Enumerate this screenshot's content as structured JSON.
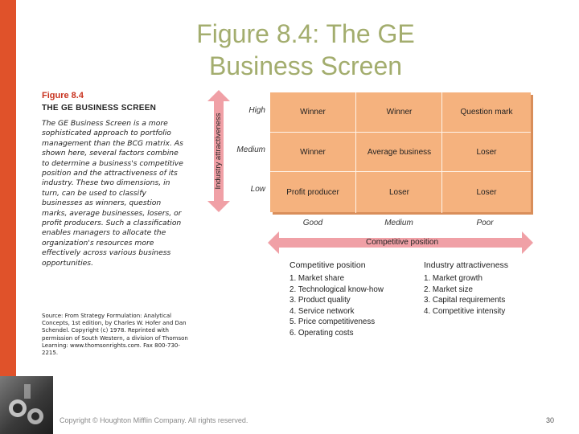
{
  "slide": {
    "title_line1": "Figure 8.4: The GE",
    "title_line2": "Business Screen",
    "footer": "Copyright © Houghton Mifflin Company. All rights reserved.",
    "page_number": "30"
  },
  "figure": {
    "label": "Figure 8.4",
    "name": "THE GE BUSINESS SCREEN",
    "caption": "The GE Business Screen is a more sophisticated approach to portfolio management than the BCG matrix. As shown here, several factors combine to determine a business's competitive position and the attractiveness of its industry. These two dimensions, in turn, can be used to classify businesses as winners, question marks, average businesses, losers, or profit producers. Such a classification enables managers to allocate the organization's resources more effectively across various business opportunities.",
    "source": "Source: From Strategy Formulation: Analytical Concepts, 1st edition, by Charles W. Hofer and Dan Schendel. Copyright (c) 1978. Reprinted with permission of South Western, a division of Thomson Learning: www.thomsonrights.com. Fax 800-730-2215.",
    "y_axis_label": "Industry attractiveness",
    "x_axis_label": "Competitive position",
    "rows": [
      "High",
      "Medium",
      "Low"
    ],
    "cols": [
      "Good",
      "Medium",
      "Poor"
    ],
    "cells": [
      [
        "Winner",
        "Winner",
        "Question mark"
      ],
      [
        "Winner",
        "Average business",
        "Loser"
      ],
      [
        "Profit producer",
        "Loser",
        "Loser"
      ]
    ],
    "competitive_heading": "Competitive position",
    "competitive_items": [
      "1. Market share",
      "2. Technological know-how",
      "3. Product quality",
      "4. Service network",
      "5. Price competitiveness",
      "6. Operating costs"
    ],
    "industry_heading": "Industry attractiveness",
    "industry_items": [
      "1. Market growth",
      "2. Market size",
      "3. Capital requirements",
      "4. Competitive intensity"
    ],
    "colors": {
      "grid_fill": "#f5b27e",
      "arrow_fill": "#f0a0a6",
      "label_red": "#c8321e",
      "title_green": "#a3ad6e"
    }
  }
}
